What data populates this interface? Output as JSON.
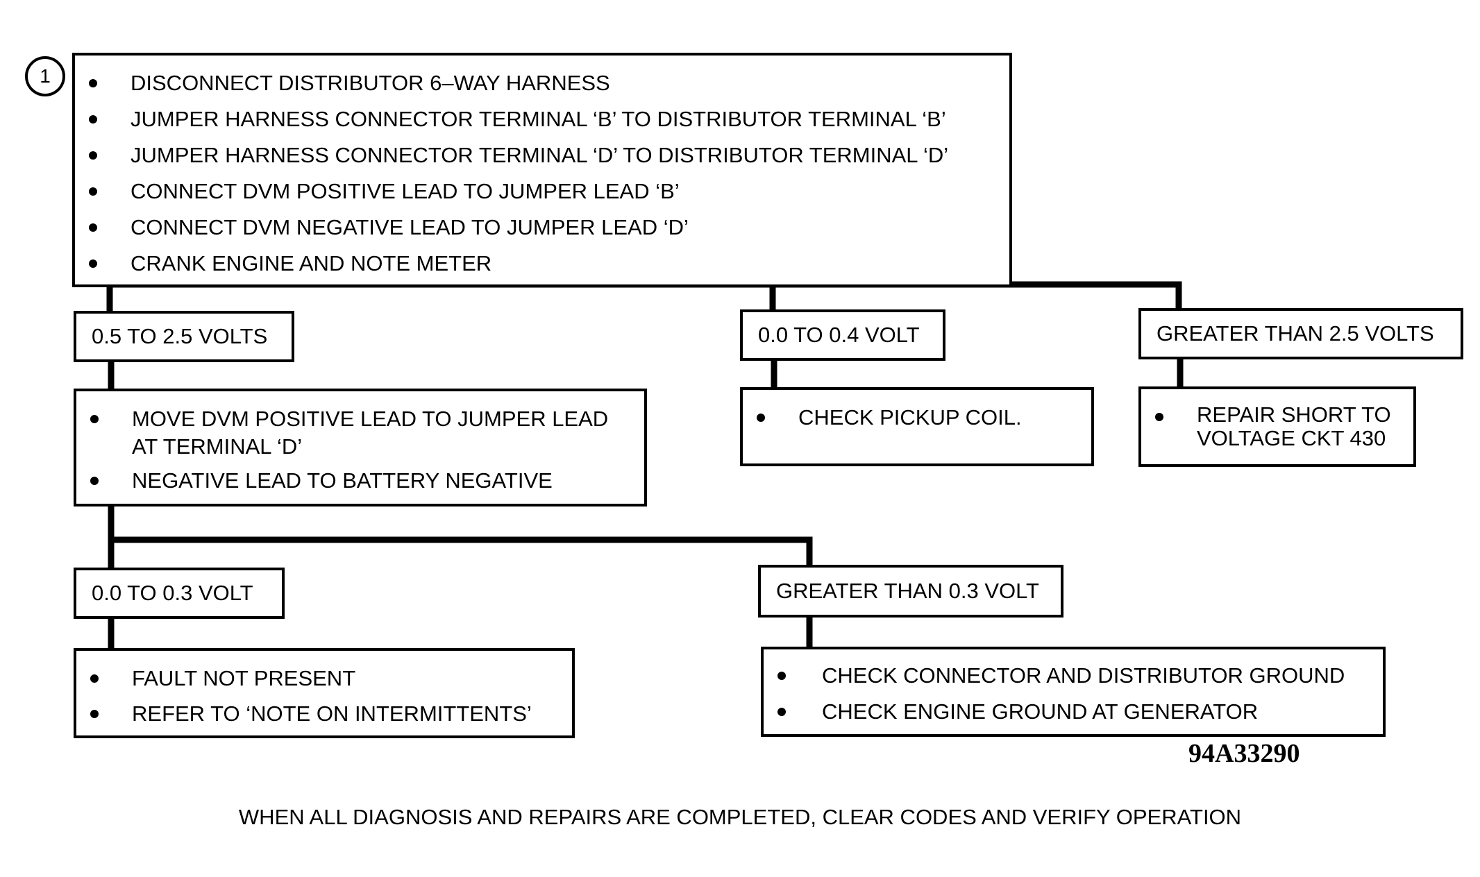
{
  "diagram": {
    "step_number": "1",
    "instructions": [
      "DISCONNECT DISTRIBUTOR 6–WAY HARNESS",
      "JUMPER HARNESS CONNECTOR TERMINAL ‘B’ TO DISTRIBUTOR TERMINAL ‘B’",
      "JUMPER HARNESS CONNECTOR TERMINAL ‘D’ TO DISTRIBUTOR TERMINAL ‘D’",
      "CONNECT DVM POSITIVE LEAD TO JUMPER LEAD ‘B’",
      "CONNECT DVM NEGATIVE LEAD TO JUMPER LEAD ‘D’",
      "CRANK ENGINE AND NOTE METER"
    ],
    "branches": {
      "mid_range": {
        "reading": "0.5 TO 2.5 VOLTS",
        "actions": [
          "MOVE DVM POSITIVE LEAD TO JUMPER LEAD",
          "AT TERMINAL ‘D’",
          "NEGATIVE LEAD TO BATTERY NEGATIVE"
        ],
        "sub_branches": {
          "low": {
            "reading": "0.0 TO 0.3 VOLT",
            "actions": [
              "FAULT NOT PRESENT",
              "REFER TO ‘NOTE ON INTERMITTENTS’"
            ]
          },
          "high": {
            "reading": "GREATER THAN 0.3 VOLT",
            "actions": [
              "CHECK CONNECTOR AND DISTRIBUTOR GROUND",
              "CHECK ENGINE GROUND AT GENERATOR"
            ]
          }
        }
      },
      "low_range": {
        "reading": "0.0 TO 0.4 VOLT",
        "actions": [
          "CHECK PICKUP COIL."
        ]
      },
      "high_range": {
        "reading": "GREATER THAN 2.5 VOLTS",
        "actions": [
          "REPAIR SHORT TO",
          "VOLTAGE CKT 430"
        ]
      }
    },
    "figure_code": "94A33290",
    "footer": "WHEN ALL DIAGNOSIS AND REPAIRS ARE COMPLETED, CLEAR CODES AND VERIFY OPERATION"
  }
}
